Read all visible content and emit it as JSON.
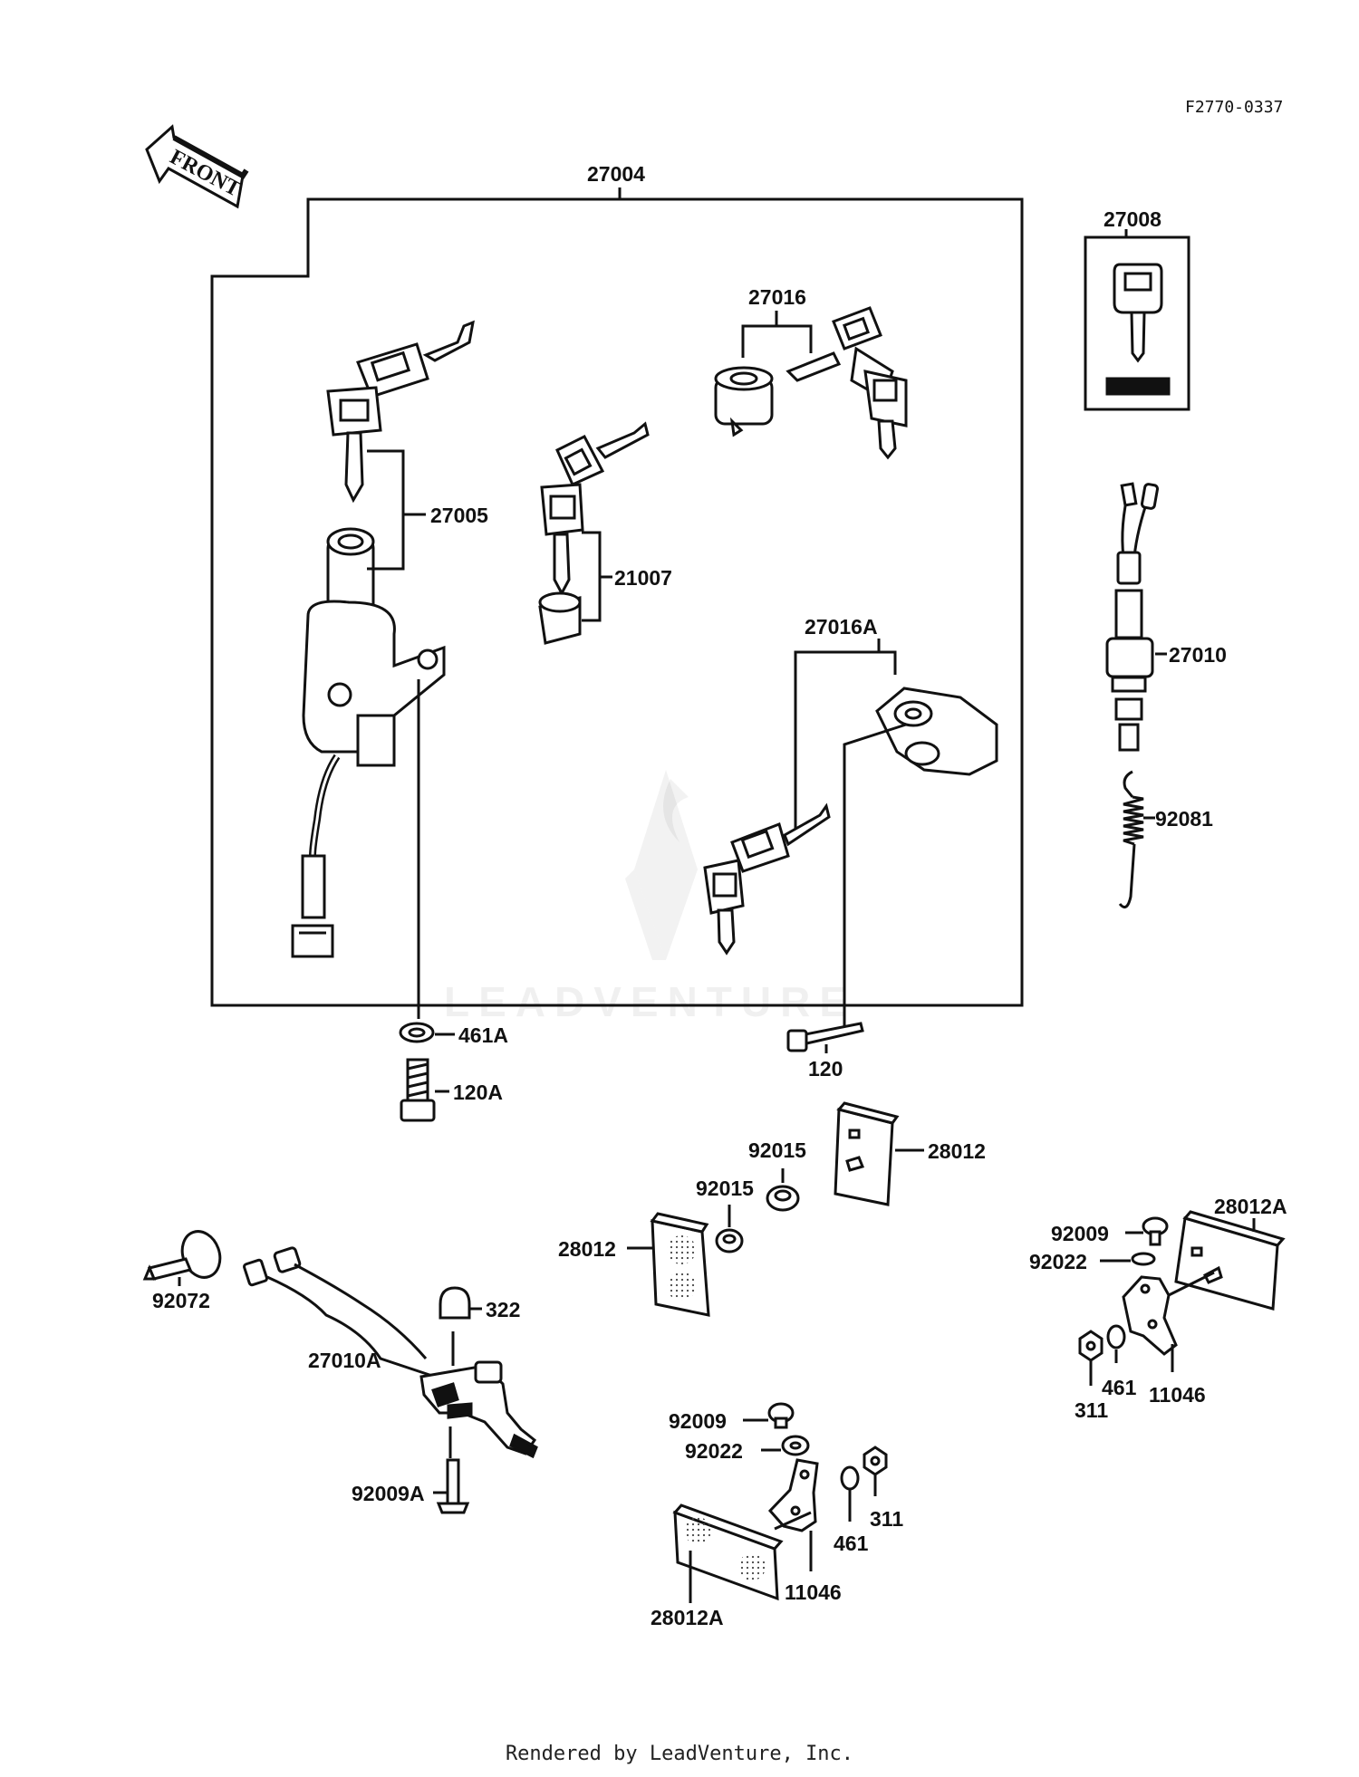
{
  "diagram_code": "F2770-0337",
  "front_label": "FRONT",
  "watermark": "LEADVENTURE",
  "footer": "Rendered by LeadVenture, Inc.",
  "parts": {
    "p27004": "27004",
    "p27005": "27005",
    "p21007": "21007",
    "p27016": "27016",
    "p27016A": "27016A",
    "p27008": "27008",
    "p27010": "27010",
    "p92081": "92081",
    "p461A": "461A",
    "p120A": "120A",
    "p120": "120",
    "p92015a": "92015",
    "p92015b": "92015",
    "p28012a": "28012",
    "p28012b": "28012",
    "p28012A_r": "28012A",
    "p92009_r": "92009",
    "p92022_r": "92022",
    "p311_r": "311",
    "p461_r": "461",
    "p11046_r": "11046",
    "p92072": "92072",
    "p322": "322",
    "p27010A": "27010A",
    "p92009A": "92009A",
    "p92009_b": "92009",
    "p92022_b": "92022",
    "p311_b": "311",
    "p461_b": "461",
    "p11046_b": "11046",
    "p28012A_b": "28012A"
  }
}
